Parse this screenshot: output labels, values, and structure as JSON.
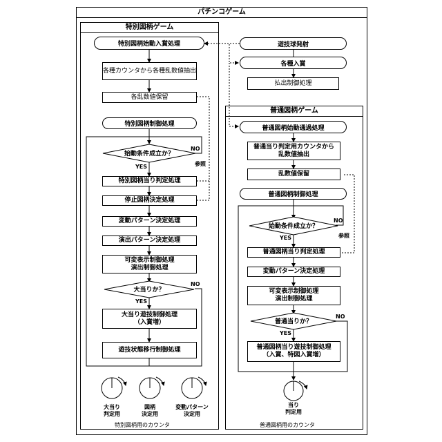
{
  "title": "パチンコゲーム",
  "left_panel": {
    "title": "特別図柄ゲーム",
    "start_process": "特別図柄始動入賞処理",
    "extract": "各種カウンタから各種乱数値抽出",
    "store": "各乱数値保留",
    "control_process": "特別図柄制御処理",
    "decision_start": "始動条件成立か？",
    "no_label_1": "NO",
    "yes_label_1": "YES",
    "reference": "参照",
    "hit_judge": "特別図柄当り判定処理",
    "stop_decide": "停止図柄決定処理",
    "variation_pattern": "変動パターン決定処理",
    "effect_pattern": "演出パターン決定処理",
    "variable_display": "可変表示制御処理\n演出制御処理",
    "decision_hit": "大当りか？",
    "no_label_2": "NO",
    "yes_label_2": "YES",
    "jackpot_control": "大当り遊技制御処理\n（入賞増）",
    "game_state": "遊技状態移行制御処理",
    "counters": [
      {
        "label": "大当り\n判定用"
      },
      {
        "label": "図柄\n決定用"
      },
      {
        "label": "変動パターン\n決定用"
      }
    ],
    "counter_caption": "特別図柄用のカウンタ"
  },
  "right_top": {
    "ball_launch": "遊技球発射",
    "prize": "各種入賞",
    "payout": "払出制御処理"
  },
  "right_panel": {
    "title": "普通図柄ゲーム",
    "start_process": "普通図柄始動通過処理",
    "extract": "普通当り判定用カウンタから\n乱数値抽出",
    "store": "乱数値保留",
    "control_process": "普通図柄制御処理",
    "decision_start": "始動条件成立か？",
    "no_label_1": "NO",
    "yes_label_1": "YES",
    "reference": "参照",
    "hit_judge": "普通図柄当り判定処理",
    "variation_pattern": "変動パターン決定処理",
    "variable_display": "可変表示制御処理\n演出制御処理",
    "decision_hit": "普通当りか？",
    "no_label_2": "NO",
    "yes_label_2": "YES",
    "win_control": "普通図柄当り遊技制御処理\n（入賞、特図入賞増）",
    "counters": [
      {
        "label": "当り\n判定用"
      }
    ],
    "counter_caption": "普通図柄用のカウンタ"
  }
}
